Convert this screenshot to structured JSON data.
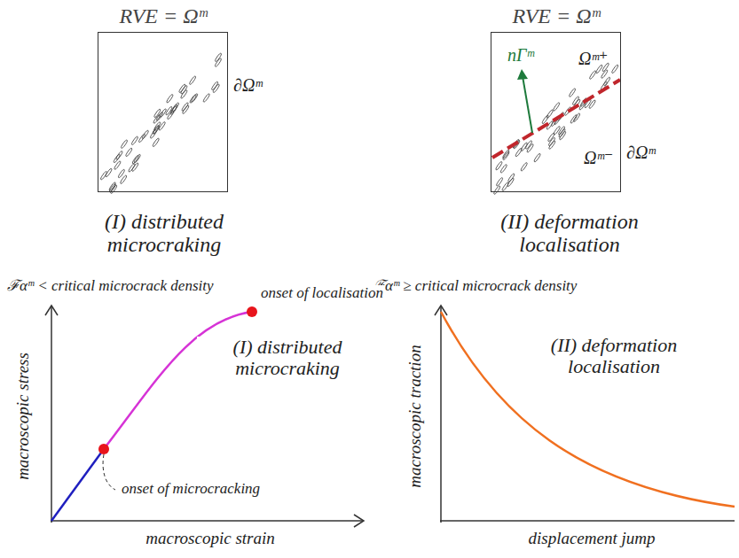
{
  "diagram": {
    "nodes": [
      {
        "text": [
          "RVE = Ωᵐ",
          "∂Ωᵐ"
        ]
      },
      {
        "text": [
          "RVE = Ωᵐ",
          "nΓᵐ",
          "Ωᵐ⁺",
          "Ωᵐ⁻",
          "∂Ωᵐ"
        ]
      }
    ],
    "labels": [
      "(I) distributed microcraking",
      "(II) deformation localisation",
      "ℱαᵐ < critical microcrack density",
      "ℱαᵐ ≥ critical microcrack density",
      "macroscopic stress",
      "macroscopic strain",
      "onset of localisation",
      "(I) distributed microcraking",
      "onset of microcracking",
      "macroscopic traction",
      "displacement jump",
      "(II) deformation localisation"
    ]
  }
}
